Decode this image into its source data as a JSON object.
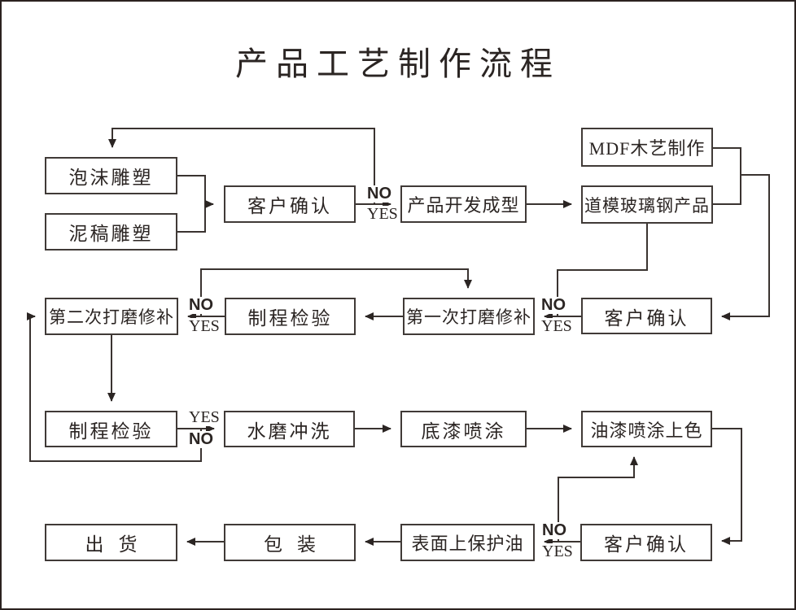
{
  "title": "产品工艺制作流程",
  "labels": {
    "yes": "YES",
    "no": "NO"
  },
  "colors": {
    "background": "#ffffff",
    "line": "#3a3330",
    "text": "#2b2523",
    "border": "#2b2220"
  },
  "nodes": {
    "foam_sculpture": {
      "label": "泡沫雕塑"
    },
    "clay_sculpture": {
      "label": "泥稿雕塑"
    },
    "customer_confirm_1": {
      "label": "客户确认"
    },
    "product_development": {
      "label": "产品开发成型"
    },
    "mdf_wood_making": {
      "label": "MDF木艺制作"
    },
    "fiberglass_mold": {
      "label": "道模玻璃钢产品"
    },
    "second_sanding_repair": {
      "label": "第二次打磨修补"
    },
    "process_inspection_1": {
      "label": "制程检验"
    },
    "first_sanding_repair": {
      "label": "第一次打磨修补"
    },
    "customer_confirm_2": {
      "label": "客户确认"
    },
    "process_inspection_2": {
      "label": "制程检验"
    },
    "water_sanding_rinse": {
      "label": "水磨冲洗"
    },
    "primer_spray": {
      "label": "底漆喷涂"
    },
    "paint_spray_coloring": {
      "label": "油漆喷涂上色"
    },
    "shipping": {
      "label": "出货"
    },
    "packing": {
      "label": "包装"
    },
    "surface_protective_oil": {
      "label": "表面上保护油"
    },
    "customer_confirm_3": {
      "label": "客户确认"
    }
  },
  "edges": [
    {
      "from": "foam_sculpture",
      "to": "customer_confirm_1",
      "label": ""
    },
    {
      "from": "clay_sculpture",
      "to": "customer_confirm_1",
      "label": ""
    },
    {
      "from": "customer_confirm_1",
      "to": "product_development",
      "label": "YES"
    },
    {
      "from": "customer_confirm_1",
      "to": "foam_sculpture",
      "label": "NO"
    },
    {
      "from": "product_development",
      "to": "fiberglass_mold",
      "label": ""
    },
    {
      "from": "mdf_wood_making",
      "to": "customer_confirm_2",
      "label": ""
    },
    {
      "from": "fiberglass_mold",
      "to": "customer_confirm_2",
      "label": ""
    },
    {
      "from": "customer_confirm_2",
      "to": "first_sanding_repair",
      "label": "YES"
    },
    {
      "from": "customer_confirm_2",
      "to": "fiberglass_mold",
      "label": "NO"
    },
    {
      "from": "first_sanding_repair",
      "to": "process_inspection_1",
      "label": ""
    },
    {
      "from": "process_inspection_1",
      "to": "second_sanding_repair",
      "label": "YES"
    },
    {
      "from": "process_inspection_1",
      "to": "first_sanding_repair",
      "label": "NO"
    },
    {
      "from": "second_sanding_repair",
      "to": "process_inspection_2",
      "label": ""
    },
    {
      "from": "process_inspection_2",
      "to": "water_sanding_rinse",
      "label": "YES"
    },
    {
      "from": "process_inspection_2",
      "to": "second_sanding_repair",
      "label": "NO"
    },
    {
      "from": "water_sanding_rinse",
      "to": "primer_spray",
      "label": ""
    },
    {
      "from": "primer_spray",
      "to": "paint_spray_coloring",
      "label": ""
    },
    {
      "from": "paint_spray_coloring",
      "to": "customer_confirm_3",
      "label": ""
    },
    {
      "from": "customer_confirm_3",
      "to": "surface_protective_oil",
      "label": "YES"
    },
    {
      "from": "customer_confirm_3",
      "to": "paint_spray_coloring",
      "label": "NO"
    },
    {
      "from": "surface_protective_oil",
      "to": "packing",
      "label": ""
    },
    {
      "from": "packing",
      "to": "shipping",
      "label": ""
    }
  ]
}
